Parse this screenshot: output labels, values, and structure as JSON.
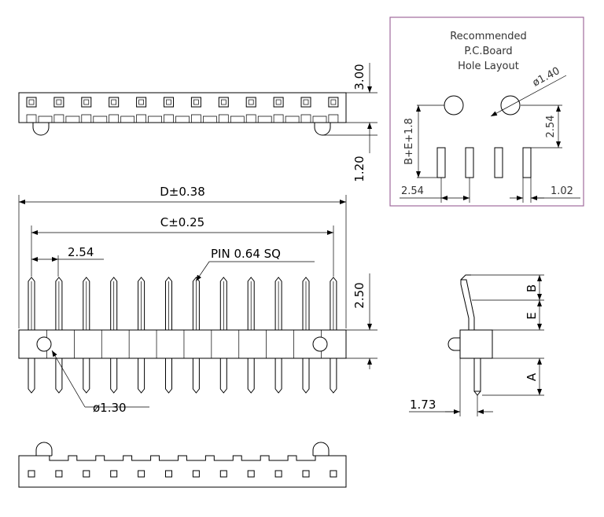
{
  "dims": {
    "d_total": "D±0.38",
    "c_pitch_span": "C±0.25",
    "pitch_top": "2.54",
    "pin_size": "PIN 0.64 SQ",
    "peg_dia": "ø1.30",
    "height_top": "3.00",
    "peg_below": "1.20",
    "height_side": "2.50",
    "side_b": "B",
    "side_e": "E",
    "side_a": "A",
    "side_offset": "1.73"
  },
  "pcb": {
    "title_line1": "Recommended",
    "title_line2": "P.C.Board",
    "title_line3": "Hole Layout",
    "hole_dia": "ø1.40",
    "row_spacing": "2.54",
    "vertical_dim": "B+E+1.8",
    "pitch": "2.54",
    "slot_width": "1.02"
  }
}
